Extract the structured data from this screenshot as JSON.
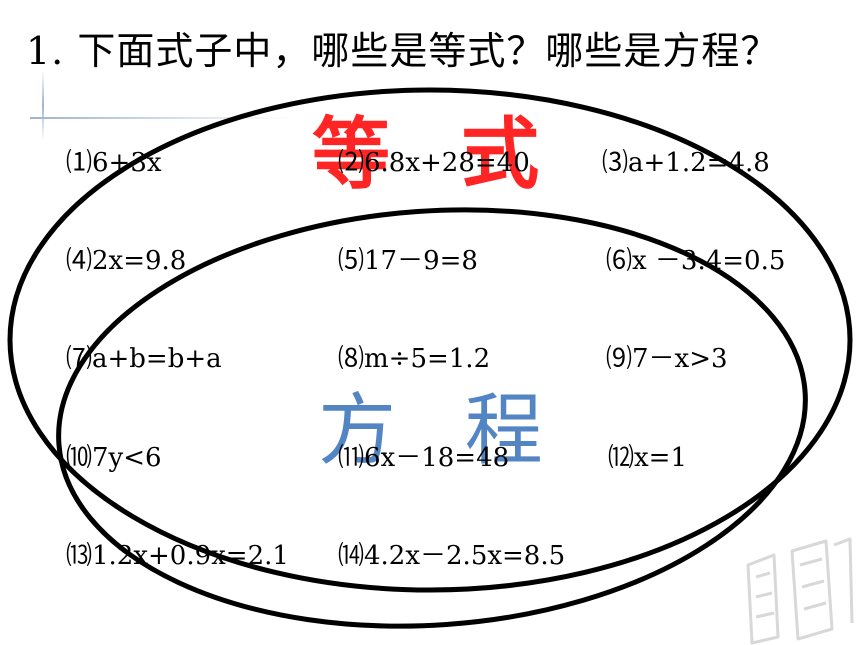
{
  "title": "1. 下面式子中，哪些是等式？哪些是方程？",
  "labels": {
    "equation_set": "等 式",
    "solvable_set": "方 程"
  },
  "colors": {
    "equation_label": "#ff1a1a",
    "solvable_label": "#4a7fc1",
    "ellipse_stroke": "#000000"
  },
  "expressions": [
    "⑴6+3x",
    "⑵6.8x+28=40",
    "⑶a+1.2=4.8",
    "⑷2x=9.8",
    "⑸17－9=8",
    "⑹x －3.4=0.5",
    "⑺a+b=b+a",
    "⑻m÷5=1.2",
    "⑼7－x>3",
    "⑽7y<6",
    "⑾6x－18=48",
    "⑿x=1",
    "⒀1.2x+0.9x=2.1",
    "⒁4.2x－2.5x=8.5"
  ]
}
